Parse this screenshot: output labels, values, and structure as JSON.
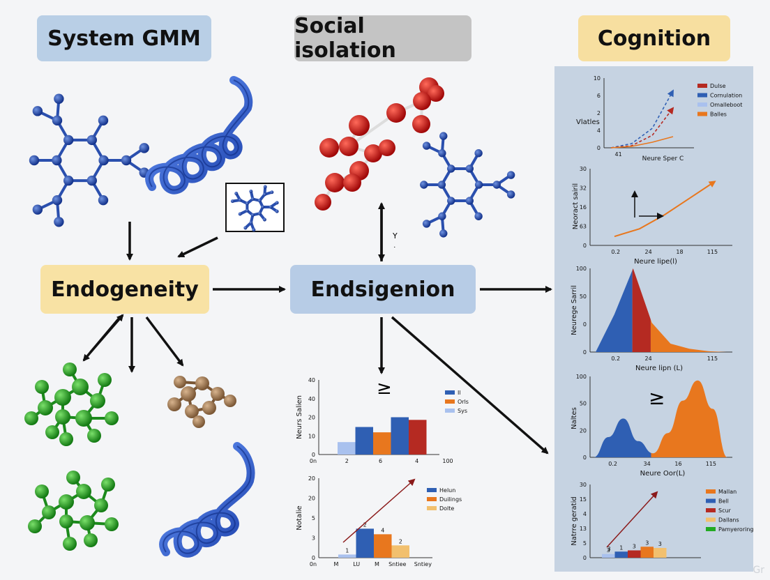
{
  "headers": {
    "system": "System GMM",
    "social": "Social isolation",
    "cognition": "Cognition"
  },
  "nodes": {
    "endogeneity": "Endogeneity",
    "endsigenion": "Endsigenion"
  },
  "colors": {
    "header_blue": "#b9cfe6",
    "header_gray": "#c4c4c4",
    "header_yellow": "#f7dfa0",
    "molecule_blue": "#1f4fb4",
    "molecule_red": "#cc1111",
    "molecule_green": "#22aa22",
    "molecule_brown": "#a07a55",
    "chart_blue": "#2f5fb3",
    "chart_orange": "#e8771e",
    "chart_red": "#b52a22",
    "chart_lightblue": "#a9c1ee"
  },
  "markers": {
    "y_mark": "Y",
    "greater_eq_bar": "≥",
    "greater_eq_peak": "≥"
  },
  "watermark": "Gr",
  "chart_data": [
    {
      "id": "line_small",
      "type": "line",
      "ylabel": "Vlatles",
      "xlabel": "Neure Sper C",
      "yticks": [
        "0",
        "4",
        "2",
        "6",
        "10"
      ],
      "xticks": [
        "41"
      ],
      "ylim": [
        0,
        10
      ],
      "legend": [
        "Dulse",
        "Cornulation",
        "Omalleboot",
        "Balles"
      ],
      "legend_colors": [
        "#b52a22",
        "#2f5fb3",
        "#a9c1ee",
        "#e8771e"
      ],
      "series": [
        {
          "color": "#2f5fb3",
          "values": [
            0,
            0.6,
            2.8,
            8.2
          ]
        },
        {
          "color": "#b52a22",
          "values": [
            0,
            0.3,
            1.8,
            5.7
          ]
        },
        {
          "color": "#e8771e",
          "values": [
            0,
            0.2,
            0.8,
            1.6
          ]
        }
      ]
    },
    {
      "id": "line_orange",
      "type": "line",
      "ylabel": "Neoract sairil",
      "xlabel": "Neure lipe(l)",
      "yticks": [
        "0",
        "63",
        "16",
        "32",
        "30"
      ],
      "xticks": [
        "0.2",
        "24",
        "18",
        "115"
      ],
      "ylim": [
        0,
        30
      ],
      "series": [
        {
          "color": "#e8771e",
          "values": [
            3.5,
            6.5,
            12,
            18.5,
            25
          ]
        }
      ]
    },
    {
      "id": "area_peak",
      "type": "area",
      "ylabel": "Neurege Sarril",
      "xlabel": "Neure lipn (L)",
      "yticks": [
        "0",
        "0",
        "50",
        "100"
      ],
      "xticks": [
        "0.2",
        "24",
        "115"
      ],
      "ylim": [
        0,
        100
      ],
      "values": [
        0,
        45,
        100,
        35,
        10,
        4,
        1,
        0
      ]
    },
    {
      "id": "area_bimodal",
      "type": "area",
      "ylabel": "Naltes",
      "xlabel": "Neure Oor(L)",
      "yticks": [
        "0",
        "20",
        "50",
        "100"
      ],
      "xticks": [
        "0.2",
        "34",
        "16",
        "115"
      ],
      "ylim": [
        0,
        100
      ],
      "values": [
        0,
        25,
        48,
        20,
        5,
        30,
        70,
        95,
        60,
        0
      ]
    },
    {
      "id": "bar_middle",
      "type": "bar",
      "ylabel": "Neurs Salien",
      "yticks": [
        "0",
        "10",
        "20",
        "40",
        "40"
      ],
      "xticks": [
        "0n",
        "2",
        "6",
        "4",
        "100"
      ],
      "ylim": [
        0,
        42
      ],
      "legend": [
        "Il",
        "Orls",
        "Sys"
      ],
      "legend_colors": [
        "#2f5fb3",
        "#e8771e",
        "#a9c1ee"
      ],
      "values": [
        7,
        15.5,
        12.5,
        21,
        19.5
      ],
      "colors": [
        "#a9c1ee",
        "#2f5fb3",
        "#e8771e",
        "#2f5fb3",
        "#b52a22"
      ]
    },
    {
      "id": "bar_bottom",
      "type": "bar",
      "ylabel": "Notalie",
      "yticks": [
        "0",
        "3",
        "5",
        "20",
        "20"
      ],
      "xticks": [
        "0n",
        "M",
        "LU",
        "M",
        "Sntiee",
        "Sntiey"
      ],
      "ylim": [
        0,
        20
      ],
      "legend": [
        "Helun",
        "Duilings",
        "Dolte"
      ],
      "legend_colors": [
        "#2f5fb3",
        "#e8771e",
        "#f2c06e"
      ],
      "values": [
        0.8,
        7.3,
        5.9,
        3.1
      ],
      "bar_labels": [
        "1",
        "2",
        "4",
        "2"
      ],
      "colors": [
        "#a9c1ee",
        "#2f5fb3",
        "#e8771e",
        "#f2c06e"
      ]
    },
    {
      "id": "bar_right",
      "type": "bar",
      "ylabel": "Natrre geratid",
      "yticks": [
        "0",
        "5",
        "13",
        "4",
        "15",
        "30"
      ],
      "ylim": [
        0,
        30
      ],
      "legend": [
        "Mallan",
        "Bell",
        "Scur",
        "Dallans",
        "Pamyeroring"
      ],
      "legend_colors": [
        "#e8771e",
        "#2f5fb3",
        "#b52a22",
        "#f2c06e",
        "#22aa22"
      ],
      "values": [
        1.5,
        2.5,
        3,
        4.5,
        4
      ],
      "bar_labels": [
        "3",
        "1",
        "3",
        "3",
        "3"
      ],
      "colors": [
        "#a9c1ee",
        "#2f5fb3",
        "#b52a22",
        "#e8771e",
        "#f2c06e"
      ]
    }
  ]
}
